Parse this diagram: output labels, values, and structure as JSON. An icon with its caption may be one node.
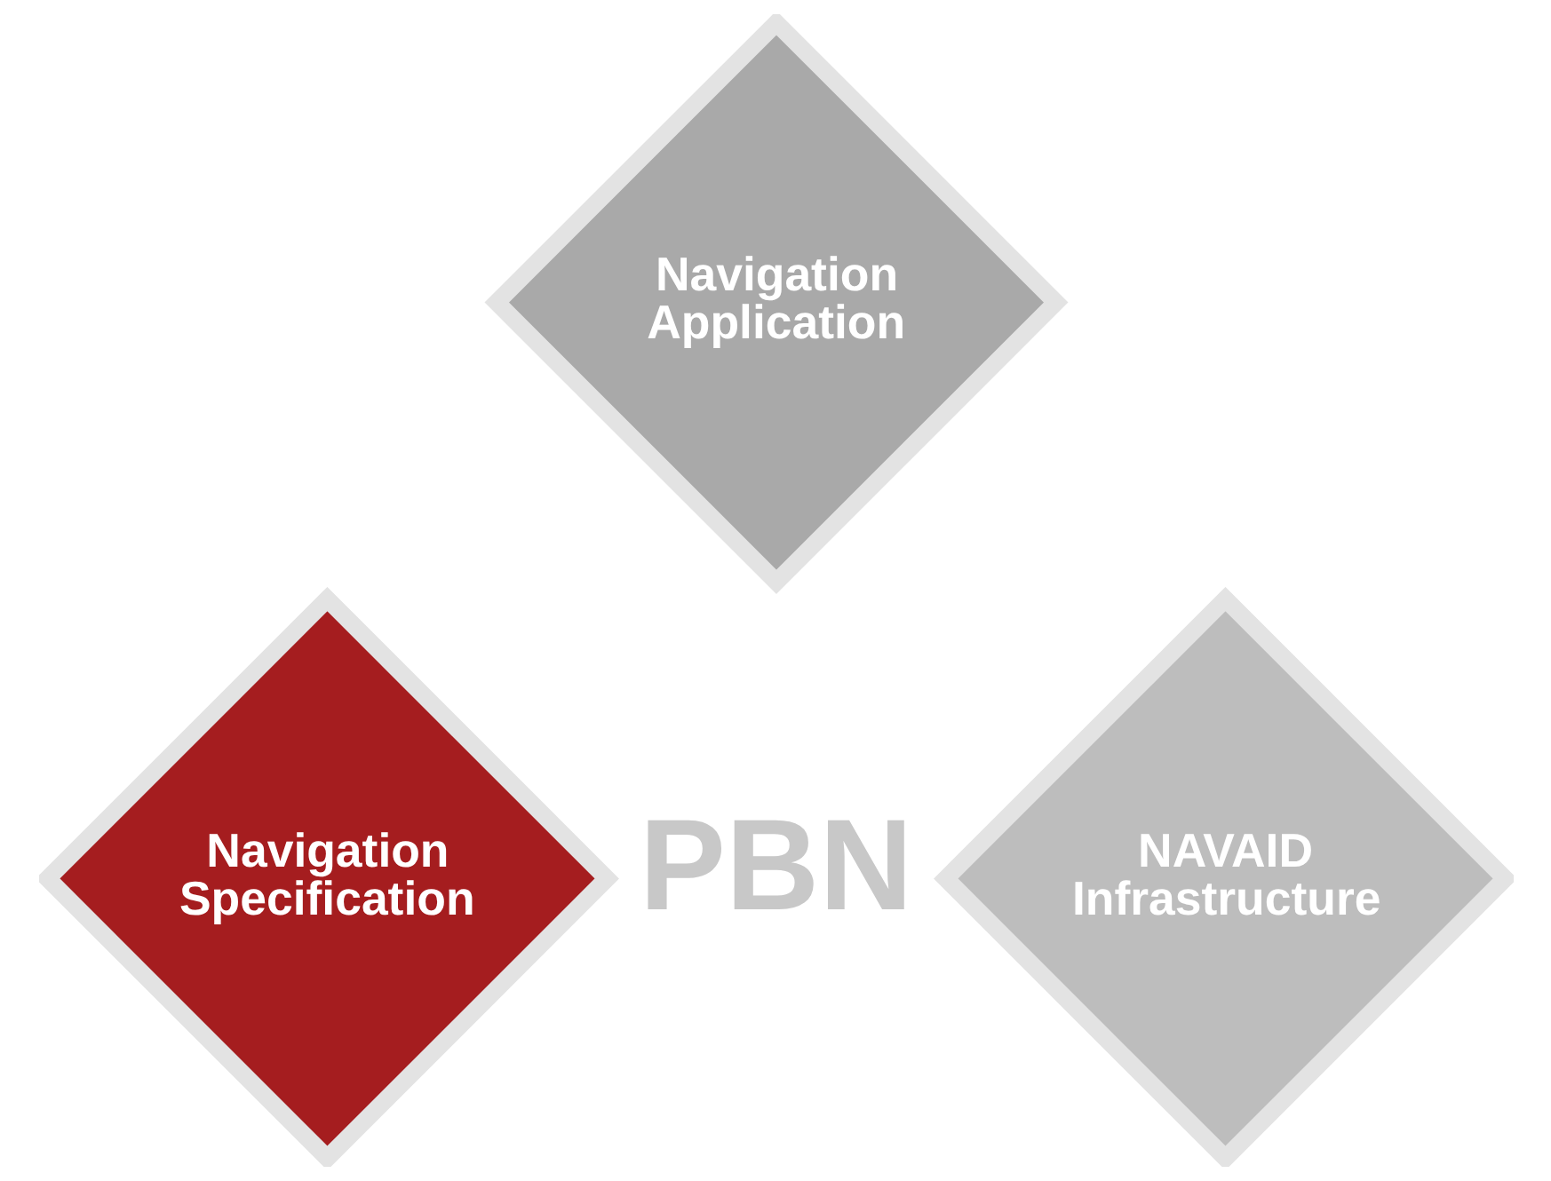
{
  "diagram": {
    "nodes": [
      {
        "text": [
          "Navigation Application"
        ]
      },
      {
        "text": [
          "Navigation Specification"
        ]
      },
      {
        "text": [
          "NAVAID Infrastructure"
        ]
      }
    ],
    "labels": [
      "PBN"
    ]
  }
}
